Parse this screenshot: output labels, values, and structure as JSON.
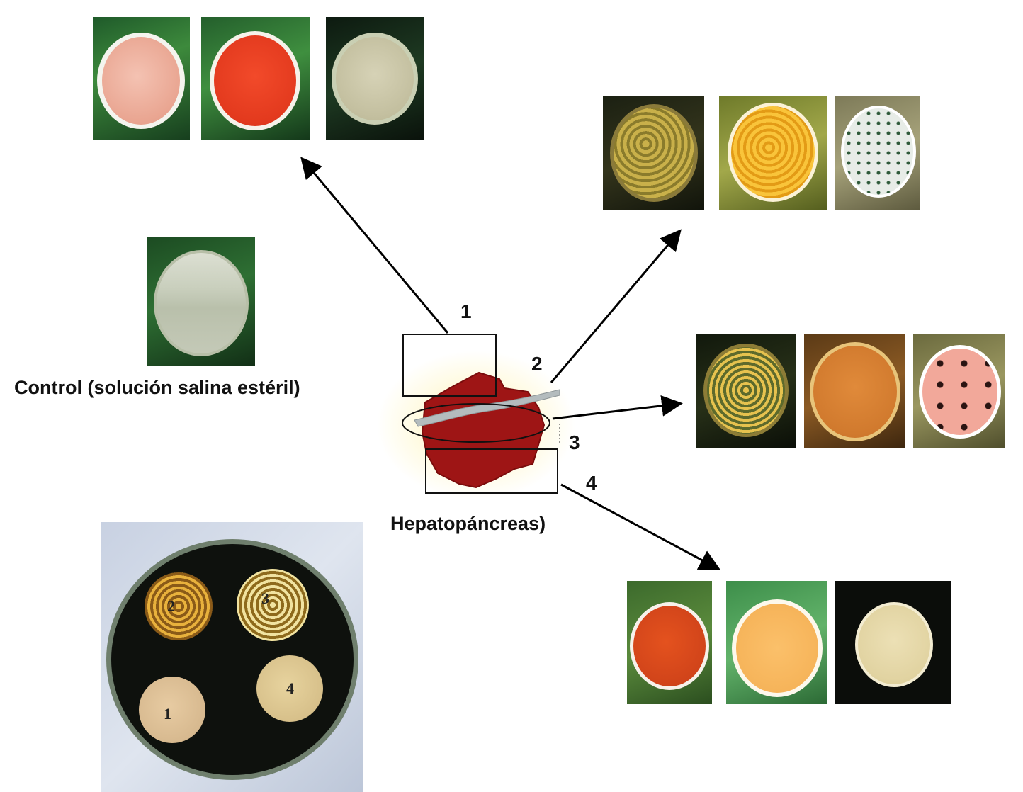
{
  "labels": {
    "n1": "1",
    "n2": "2",
    "n3": "3",
    "n4": "4",
    "control": "Control (solución salina estéril)",
    "organ": "Hepatopáncreas)"
  },
  "big_dish": {
    "spots": [
      "2",
      "3",
      "1",
      "4"
    ]
  }
}
